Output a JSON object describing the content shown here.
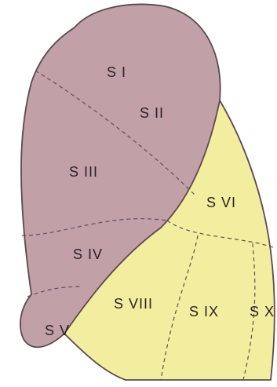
{
  "colors": {
    "upper_lobe": "#c1a0a7",
    "lower_lobe": "#f3ee9f",
    "outline": "#5a4a4f",
    "label": "#2b1f22"
  },
  "segments": {
    "s1": "S I",
    "s2": "S II",
    "s3": "S III",
    "s4": "S IV",
    "s5": "S V",
    "s6": "S VI",
    "s8": "S VIII",
    "s9": "S IX",
    "s10": "S X"
  }
}
